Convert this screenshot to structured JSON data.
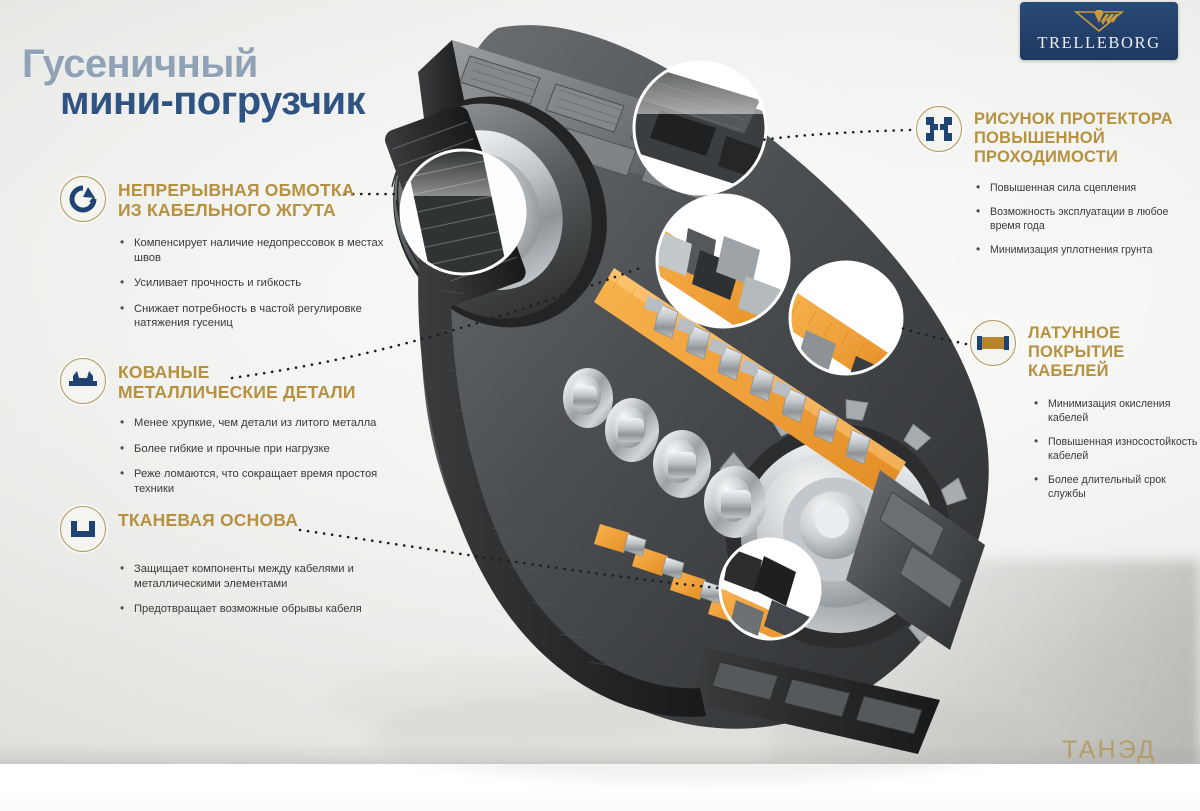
{
  "brand": {
    "logo_text": "TRELLEBORG",
    "logo_box_color": "#23406a",
    "logo_mark_color": "#c89a3c",
    "watermark": "ТАНЭД",
    "watermark_color": "#b59a62"
  },
  "title": {
    "line1": "Гусеничный",
    "line1_color": "#8fa2b6",
    "line2": "мини-погрузчик",
    "line2_color": "#2f5483"
  },
  "theme": {
    "background": "#ededea",
    "heading_gold": "#b6913f",
    "icon_navy": "#1f4473",
    "icon_ring": "#b39a63",
    "body_text": "#3a3a3a",
    "cable_orange": "#f2a03c"
  },
  "callouts": [
    {
      "id": "winding",
      "icon": "circular-arrow-icon",
      "title": "НЕПРЕРЫВНАЯ ОБМОТКА\nИЗ КАБЕЛЬНОГО ЖГУТА",
      "title_line1": "НЕПРЕРЫВНАЯ ОБМОТКА",
      "title_line2": "ИЗ КАБЕЛЬНОГО ЖГУТА",
      "bullets": [
        "Компенсирует наличие недопрессовок в местах швов",
        "Усиливает прочность и гибкость",
        "Снижает потребность в частой регулировке натяжения гусениц"
      ]
    },
    {
      "id": "forged",
      "icon": "forged-link-icon",
      "title_line1": "КОВАНЫЕ",
      "title_line2": "МЕТАЛЛИЧЕСКИЕ ДЕТАЛИ",
      "bullets": [
        "Менее хрупкие, чем детали из литого металла",
        "Более гибкие и прочные при нагрузке",
        "Реже ломаются, что сокращает время простоя техники"
      ]
    },
    {
      "id": "fabric",
      "icon": "fabric-trough-icon",
      "title_line1": "ТКАНЕВАЯ ОСНОВА",
      "title_line2": "",
      "bullets": [
        "Защищает компоненты между кабелями и металлическими элементами",
        "Предотвращает возможные обрывы кабеля"
      ]
    },
    {
      "id": "tread",
      "icon": "tread-blocks-icon",
      "title_line1": "РИСУНОК ПРОТЕКТОРА",
      "title_line2": "ПОВЫШЕННОЙ",
      "title_line3": "ПРОХОДИМОСТИ",
      "bullets": [
        "Повышенная сила сцепления",
        "Возможность эксплуатации в любое время года",
        "Минимизация уплотнения грунта"
      ]
    },
    {
      "id": "brass",
      "icon": "brass-cable-icon",
      "title_line1": "ЛАТУННОЕ",
      "title_line2": "ПОКРЫТИЕ",
      "title_line3": "КАБЕЛЕЙ",
      "bullets": [
        "Минимизация окисления кабелей",
        "Повышенная износостойкость кабелей",
        "Более длительный срок службы"
      ]
    }
  ],
  "illustration": {
    "subject": "rubber-track-assembly",
    "description": "Cutaway 3D render of a compact track loader rubber track with sprocket, idler wheel and bogie rollers, exposing orange cable cords and steel links",
    "magnifiers": [
      "tread-block-detail",
      "steel-link-detail",
      "brass-cable-detail",
      "fabric-layer-detail",
      "idler-tread-detail"
    ]
  }
}
